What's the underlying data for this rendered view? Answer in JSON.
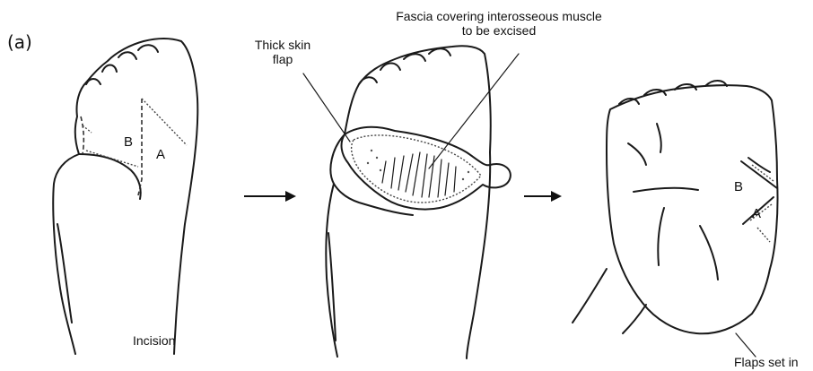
{
  "panel_label": "(a)",
  "labels": {
    "incision": "Incision",
    "thick_skin_flap": "Thick skin\nflap",
    "fascia": "Fascia covering interosseous muscle\nto be excised",
    "flaps_set_in": "Flaps set in"
  },
  "flap_markers": {
    "stage1_b": "B",
    "stage1_a": "A",
    "stage3_b": "B",
    "stage3_a": "A"
  }
}
